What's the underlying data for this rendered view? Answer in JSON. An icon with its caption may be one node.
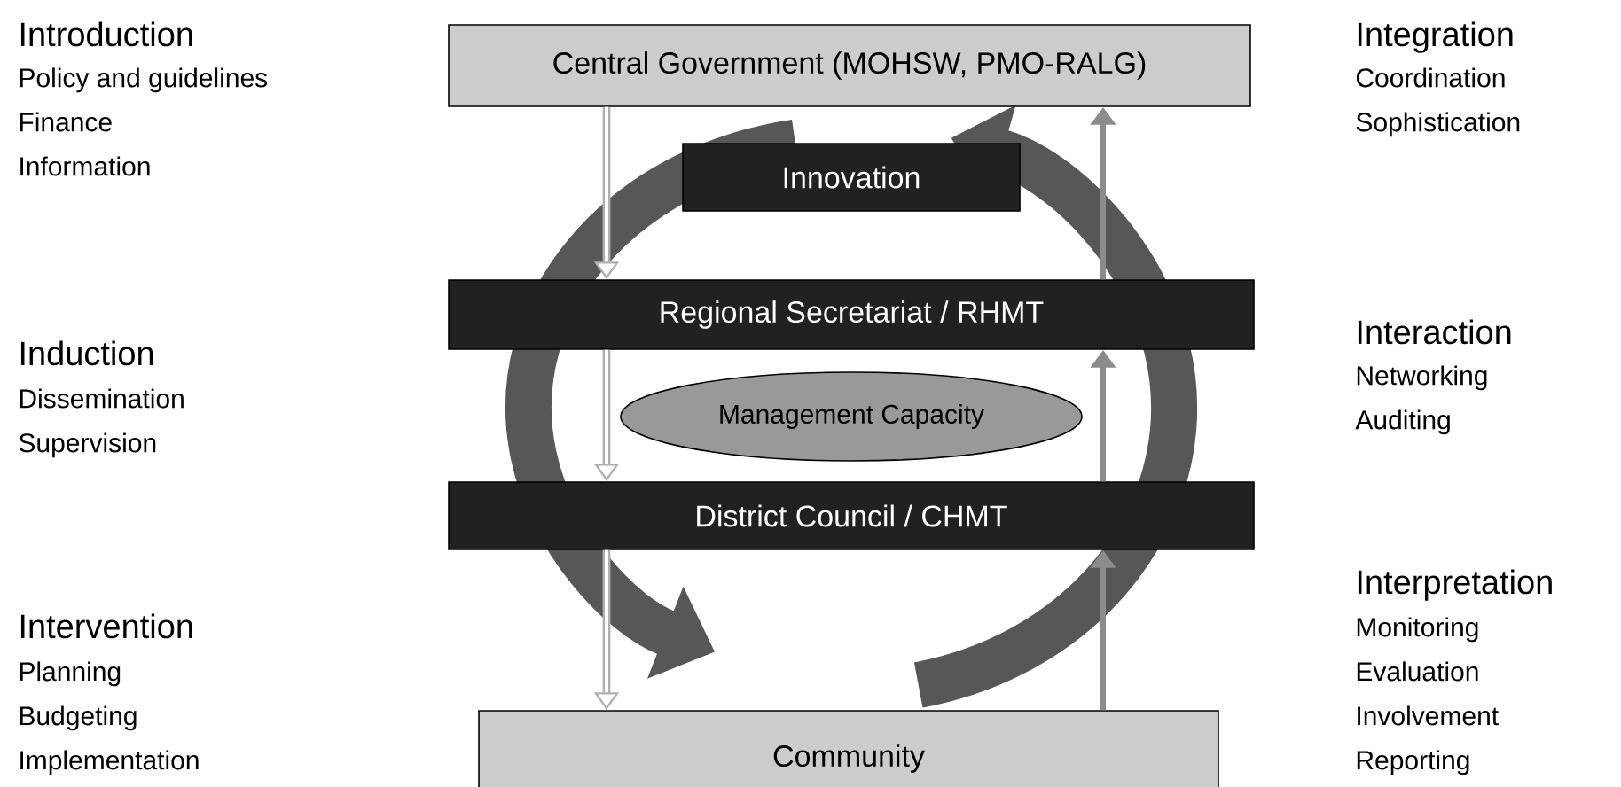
{
  "diagram": {
    "nodes": [
      {
        "text": [
          "Central Government (MOHSW, PMO-RALG)"
        ]
      },
      {
        "text": [
          "Innovation"
        ]
      },
      {
        "text": [
          "Regional Secretariat / RHMT"
        ]
      },
      {
        "text": [
          "Management Capacity"
        ]
      },
      {
        "text": [
          "District Council / CHMT"
        ]
      },
      {
        "text": [
          "Community"
        ]
      }
    ],
    "edges": [
      {
        "from": 0,
        "to": 2,
        "arrow": "to",
        "color": "#b0b0b0"
      },
      {
        "from": 2,
        "to": 4,
        "arrow": "to",
        "color": "#b0b0b0"
      },
      {
        "from": 4,
        "to": 5,
        "arrow": "to",
        "color": "#b0b0b0"
      },
      {
        "from": 5,
        "to": 4,
        "arrow": "to",
        "color": "#8c8c8c"
      },
      {
        "from": 4,
        "to": 2,
        "arrow": "to",
        "color": "#8c8c8c"
      },
      {
        "from": 2,
        "to": 0,
        "arrow": "to",
        "color": "#8c8c8c"
      }
    ],
    "labels": [
      "Introduction",
      "Policy and guidelines",
      "Finance",
      "Information",
      "Integration",
      "Coordination",
      "Sophistication",
      "Induction",
      "Dissemination",
      "Supervision",
      "Interaction",
      "Networking",
      "Auditing",
      "Intervention",
      "Planning",
      "Budgeting",
      "Implementation",
      "Interpretation",
      "Monitoring",
      "Evaluation",
      "Involvement",
      "Reporting"
    ]
  }
}
